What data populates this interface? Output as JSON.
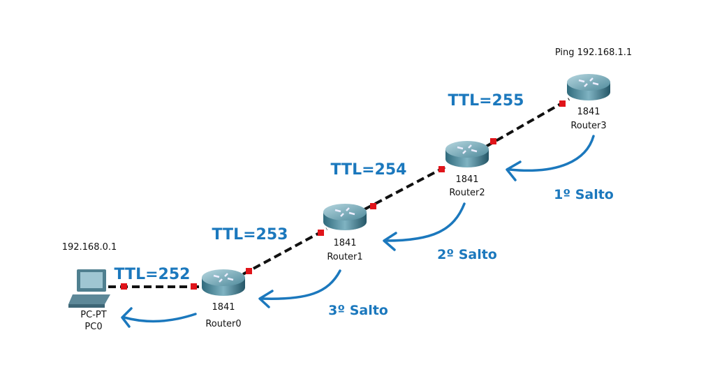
{
  "colors": {
    "accent": "#1b78bd",
    "port": "#e0141a",
    "link": "#111111"
  },
  "pc": {
    "ip": "192.168.0.1",
    "type": "PC-PT",
    "name": "PC0",
    "icon": "pc-icon"
  },
  "routers": [
    {
      "model": "1841",
      "name": "Router0",
      "icon": "router-icon"
    },
    {
      "model": "1841",
      "name": "Router1",
      "icon": "router-icon"
    },
    {
      "model": "1841",
      "name": "Router2",
      "icon": "router-icon"
    },
    {
      "model": "1841",
      "name": "Router3",
      "icon": "router-icon"
    }
  ],
  "ping_label": "Ping 192.168.1.1",
  "ttl_labels": [
    "TTL=252",
    "TTL=253",
    "TTL=254",
    "TTL=255"
  ],
  "hops": [
    "1º Salto",
    "2º Salto",
    "3º Salto"
  ]
}
